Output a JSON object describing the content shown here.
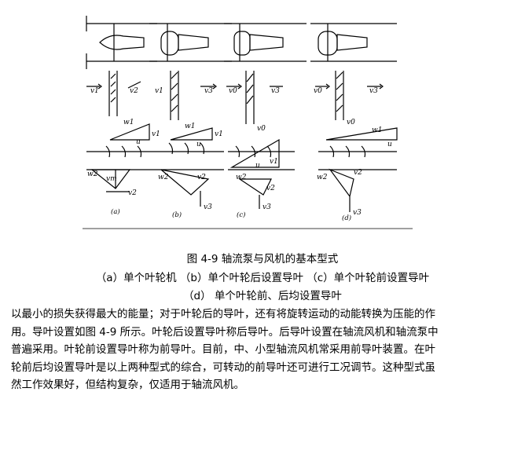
{
  "figure": {
    "panel_labels": [
      "(a)",
      "(b)",
      "(c)",
      "(d)"
    ],
    "velocity_labels": {
      "a": {
        "inlet": "v1",
        "outlet": "v2",
        "w1": "w1",
        "v1": "v1",
        "u": "u",
        "w2": "w2",
        "vm": "vm",
        "v2": "v2"
      },
      "b": {
        "inlet": "v1",
        "outlet": "v3",
        "w1": "w1",
        "v1": "v1",
        "u": "u",
        "w2": "w2",
        "v2": "v2",
        "v3": "v3"
      },
      "c": {
        "inlet": "v0",
        "outlet": "v3",
        "v0": "v0",
        "u": "u",
        "v1": "v1",
        "w2": "w2",
        "v2": "v2",
        "v3": "v3"
      },
      "d": {
        "inlet": "v0",
        "outlet": "v3",
        "v0": "v0",
        "w1": "w1",
        "u": "u",
        "w2": "w2",
        "v2": "v2",
        "v3": "v3"
      }
    }
  },
  "caption": {
    "title": "图 4-9   轴流泵与风机的基本型式",
    "sub1": "（a）单个叶轮机  （b）单个叶轮后设置导叶 （c）单个叶轮前设置导叶",
    "sub2": "（d） 单个叶轮前、后均设置导叶"
  },
  "body": {
    "lines": [
      "以最小的损失获得最大的能量；对于叶轮后的导叶，还有将旋转运动的动能转换为压能的作",
      "用。导叶设置如图 4-9 所示。叶轮后设置导叶称后导叶。后导叶设置在轴流风机和轴流泵中",
      "普遍采用。叶轮前设置导叶称为前导叶。目前，中、小型轴流风机常采用前导叶装置。在叶",
      "轮前后均设置导叶是以上两种型式的综合，可转动的前导叶还可进行工况调节。这种型式虽",
      "然工作效果好，但结构复杂，仅适用于轴流风机。"
    ]
  }
}
